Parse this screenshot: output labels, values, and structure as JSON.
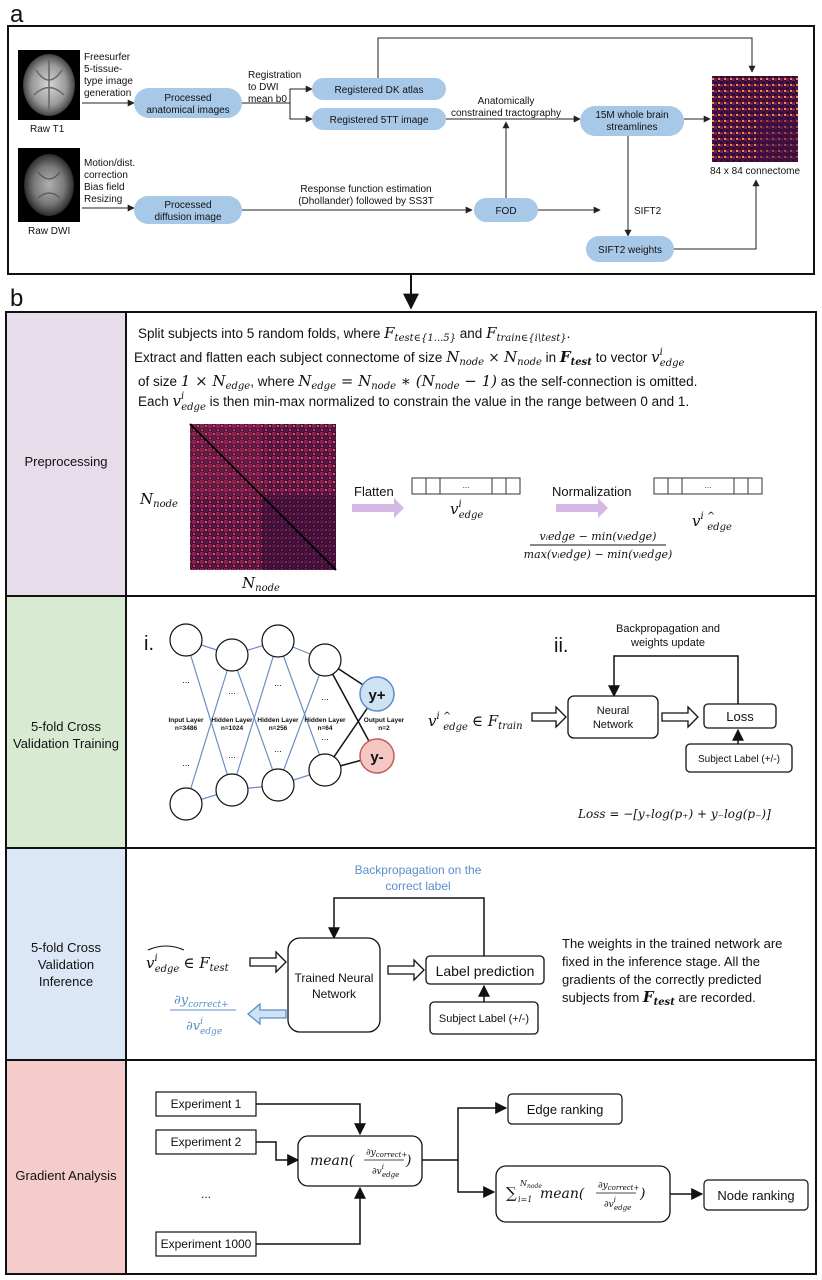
{
  "panel_a": {
    "letter": "a",
    "raw_t1_label": "Raw T1",
    "raw_dwi_label": "Raw DWI",
    "freesurfer_lines": [
      "Freesurfer",
      "5-tissue-",
      "type image",
      "generation"
    ],
    "processed_anatomical_lines": [
      "Processed",
      "anatomical images"
    ],
    "registration_lines": [
      "Registration",
      "to DWI",
      "mean b0"
    ],
    "registered_dk": "Registered DK atlas",
    "registered_5tt": "Registered 5TT image",
    "anat_constrained_lines": [
      "Anatomically",
      "constrained tractography"
    ],
    "streamlines_lines": [
      "15M whole brain",
      "streamlines"
    ],
    "connectome_label": "84 x 84 connectome",
    "motion_lines": [
      "Motion/dist.",
      "correction",
      "Bias field",
      "Resizing"
    ],
    "processed_diffusion_lines": [
      "Processed",
      "diffusion image"
    ],
    "response_lines": [
      "Response function estimation",
      "(Dhollander) followed by SS3T"
    ],
    "fod": "FOD",
    "sift2": "SIFT2",
    "sift2_weights": "SIFT2 weights"
  },
  "panel_b": {
    "letter": "b",
    "sections": [
      {
        "label_lines": [
          "Preprocessing"
        ]
      },
      {
        "label_lines": [
          "5-fold Cross",
          "Validation Training"
        ]
      },
      {
        "label_lines": [
          "5-fold Cross",
          "Validation",
          "Inference"
        ]
      },
      {
        "label_lines": [
          "Gradient Analysis"
        ]
      }
    ],
    "preprocessing": {
      "line1_a": "Split subjects into 5 random folds, where ",
      "line1_m1": "F",
      "line1_s1": "test∈{1...5}",
      "line1_b": " and ",
      "line1_m2": "F",
      "line1_s2": "train∈{i\\test}",
      "line1_c": ".",
      "line2_a": "Extract and flatten each subject connectome of size ",
      "line2_m1": "N",
      "line2_s1": "node",
      "line2_x": " × ",
      "line2_m2": "N",
      "line2_s2": "node",
      "line2_b": " in ",
      "line2_m3": "F",
      "line2_s3": "test",
      "line2_c": " to vector ",
      "line2_m4": "v",
      "line2_sup4": "i",
      "line2_s4": "edge",
      "line3_a": "of size ",
      "line3_m1": "1 × N",
      "line3_s1": "edge",
      "line3_b": ", where ",
      "line3_m2": "N",
      "line3_s2": "edge",
      "line3_m3": " = N",
      "line3_s3": "node",
      "line3_m4": " ∗ (N",
      "line3_s4": "node",
      "line3_m5": " − 1)",
      "line3_c": " as the self-connection is omitted.",
      "line4_a": "Each ",
      "line4_m1": "v",
      "line4_sup1": "i",
      "line4_s1": "edge",
      "line4_b": " is then min-max normalized to constrain the value in the range between 0 and 1.",
      "n_node": "N",
      "n_node_sub": "node",
      "flatten": "Flatten",
      "normalization": "Normalization",
      "dots": "...",
      "vec_v": "v",
      "vec_sup": "i",
      "vec_sub": "edge",
      "vec_hat_sup": "i ^",
      "formula_num": "vᵢedge − min(vᵢedge)",
      "formula_den": "max(vᵢedge) − min(vᵢedge)"
    },
    "training": {
      "roman_i": "i.",
      "roman_ii": "ii.",
      "layers": [
        {
          "name": "Input Layer",
          "n": "n=3486"
        },
        {
          "name": "Hidden Layer",
          "n": "n=1024"
        },
        {
          "name": "Hidden Layer",
          "n": "n=256"
        },
        {
          "name": "Hidden Layer",
          "n": "n=64"
        },
        {
          "name": "Output Layer",
          "n": "n=2"
        }
      ],
      "dots": "...",
      "y_plus": "y+",
      "y_minus": "y-",
      "backprop_lines": [
        "Backpropagation and",
        "weights update"
      ],
      "input_expr": "∈ F",
      "input_sub": "train",
      "neural_network_lines": [
        "Neural",
        "Network"
      ],
      "loss": "Loss",
      "subject_label": "Subject Label (+/-)",
      "loss_formula": "Loss = −[y₊log(p₊) + y₋log(p₋)]"
    },
    "inference": {
      "backprop_lines": [
        "Backpropagation on the",
        "correct label"
      ],
      "input_expr": "∈ F",
      "input_sub": "test",
      "trained_nn_lines": [
        "Trained Neural",
        "Network"
      ],
      "label_prediction": "Label prediction",
      "subject_label": "Subject Label (+/-)",
      "gradient_num": "∂y",
      "gradient_num_sub": "correct+",
      "gradient_den": "∂v",
      "gradient_den_sup": "i",
      "gradient_den_sub": "edge",
      "text_lines": [
        "The weights in the trained network are",
        "fixed in the inference stage. All the",
        "gradients of the correctly predicted",
        "subjects from "
      ],
      "text_f": "F",
      "text_f_sub": "test",
      "text_end": " are recorded."
    },
    "gradient": {
      "experiments": [
        "Experiment 1",
        "Experiment 2",
        "...",
        "Experiment 1000"
      ],
      "mean_expr": "mean(",
      "mean_close": ")",
      "edge_ranking": "Edge ranking",
      "sum_prefix": "∑",
      "sum_sup": "N",
      "sum_sup_sub": "node",
      "sum_sub": "i=1",
      "node_ranking": "Node ranking"
    }
  },
  "colors": {
    "pill": "#a8c8e8",
    "preprocessing": "#e6dcea",
    "training": "#d9ead3",
    "inference": "#dbe7f6",
    "gradient": "#f4cccc",
    "accent_blue": "#5b8ec9",
    "arrow_purple": "#d6b8e4",
    "y_plus": "#cfe2f3",
    "y_minus": "#f4c7c3"
  }
}
